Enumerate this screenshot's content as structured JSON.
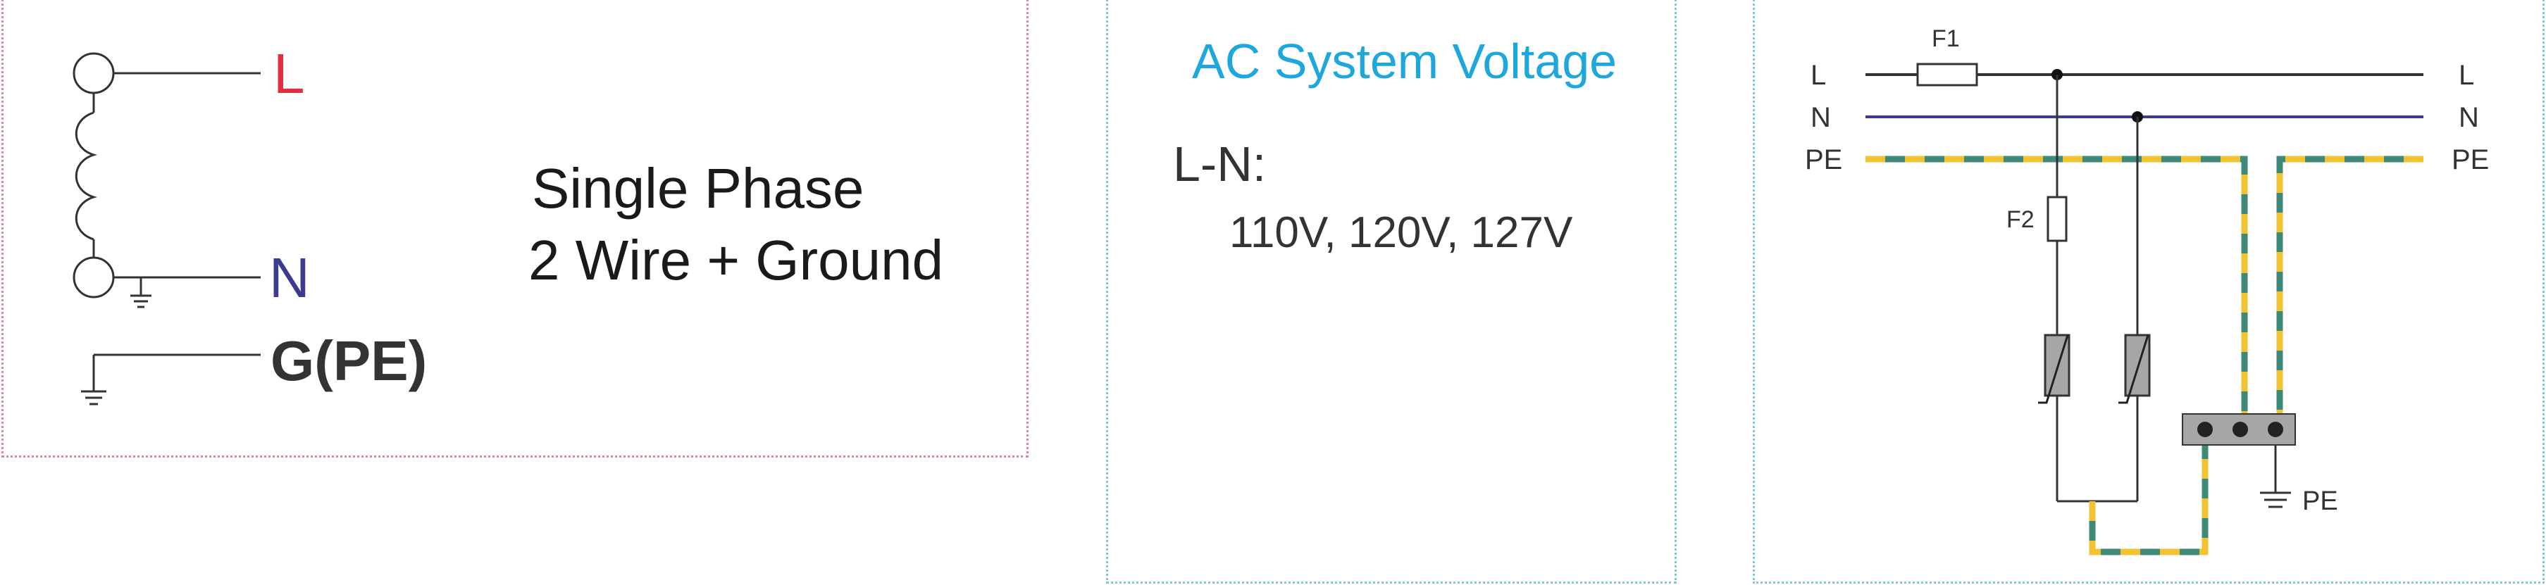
{
  "wiring": {
    "label_l": "L",
    "label_n": "N",
    "label_g": "G(PE)",
    "colors": {
      "l": "#e0303f",
      "n": "#3b3b8f",
      "g": "#333333"
    },
    "title": "Single Phase",
    "subtitle": "2 Wire + Ground"
  },
  "voltage": {
    "title": "AC System Voltage",
    "ln_label": "L-N:",
    "values": "110V, 120V, 127V",
    "title_color": "#1ea7dd"
  },
  "circuit": {
    "left_labels": [
      "L",
      "N",
      "PE"
    ],
    "right_labels": [
      "L",
      "N",
      "PE"
    ],
    "fuse1": "F1",
    "fuse2": "F2",
    "ground_label": "PE",
    "colors": {
      "n_line": "#3d3d8c",
      "pe_green": "#3e8a78",
      "pe_yellow": "#f1c232",
      "terminal": "#a6a6a6"
    }
  }
}
